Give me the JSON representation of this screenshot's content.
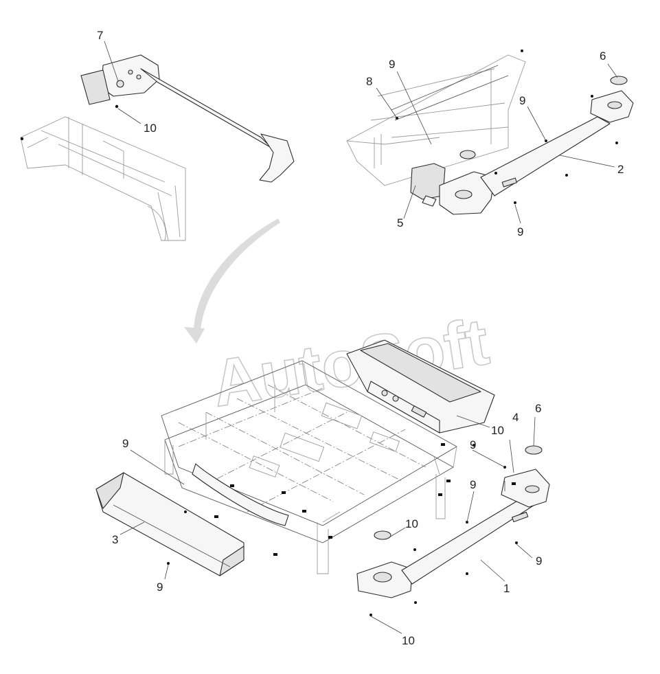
{
  "watermark": "AutoSoft",
  "callouts": {
    "c7": "7",
    "c10_tl": "10",
    "c9_top": "9",
    "c8": "8",
    "c6_top": "6",
    "c9_tr": "9",
    "c2": "2",
    "c5": "5",
    "c9_tr_low": "9",
    "c9_left": "9",
    "c3": "3",
    "c9_bl": "9",
    "c10_mid": "10",
    "c4": "4",
    "c6_br": "6",
    "c9_br_a": "9",
    "c9_br_b": "9",
    "c10_br": "10",
    "c1": "1",
    "c9_br_c": "9",
    "c10_bottom": "10"
  },
  "colors": {
    "line": "#2a2a2a",
    "fill": "#f6f6f6",
    "watermark": "#c8c8c8",
    "arrow": "#d9d9d9"
  }
}
